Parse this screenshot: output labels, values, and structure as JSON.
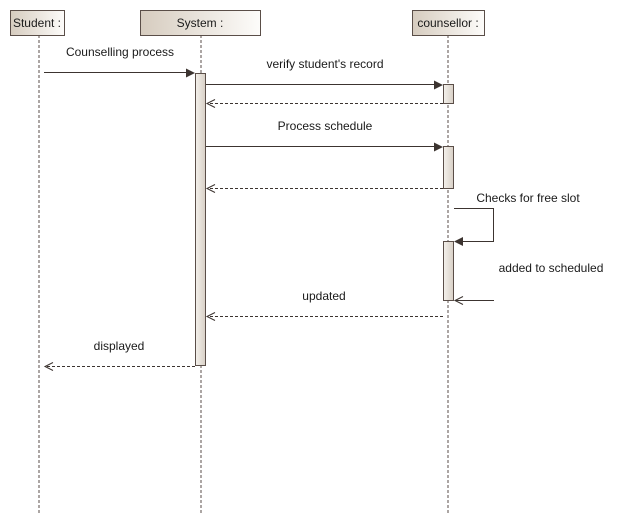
{
  "diagram": {
    "type": "UML sequence diagram",
    "lifelines": [
      {
        "id": "student",
        "label": "Student :"
      },
      {
        "id": "system",
        "label": "System :"
      },
      {
        "id": "counsellor",
        "label": "counsellor :"
      }
    ],
    "messages": [
      {
        "id": "m1",
        "label": "Counselling process",
        "from": "student",
        "to": "system",
        "kind": "sync"
      },
      {
        "id": "m2",
        "label": "verify student's record",
        "from": "system",
        "to": "counsellor",
        "kind": "sync"
      },
      {
        "id": "m3",
        "label": "",
        "from": "counsellor",
        "to": "system",
        "kind": "return"
      },
      {
        "id": "m4",
        "label": "Process schedule",
        "from": "system",
        "to": "counsellor",
        "kind": "sync"
      },
      {
        "id": "m5",
        "label": "",
        "from": "counsellor",
        "to": "system",
        "kind": "return"
      },
      {
        "id": "m6",
        "label": "Checks for free slot",
        "from": "counsellor",
        "to": "counsellor",
        "kind": "self-sync"
      },
      {
        "id": "m7",
        "label": "added to scheduled",
        "from": "external",
        "to": "counsellor",
        "kind": "found-async"
      },
      {
        "id": "m8",
        "label": "updated",
        "from": "counsellor",
        "to": "system",
        "kind": "return"
      },
      {
        "id": "m9",
        "label": "displayed",
        "from": "system",
        "to": "student",
        "kind": "return"
      }
    ],
    "colors": {
      "line": "#3c3430",
      "header_fill_dark": "#d9d0c4",
      "header_fill_light": "#fbf9f6",
      "activation_fill": "#ebe6df"
    }
  }
}
